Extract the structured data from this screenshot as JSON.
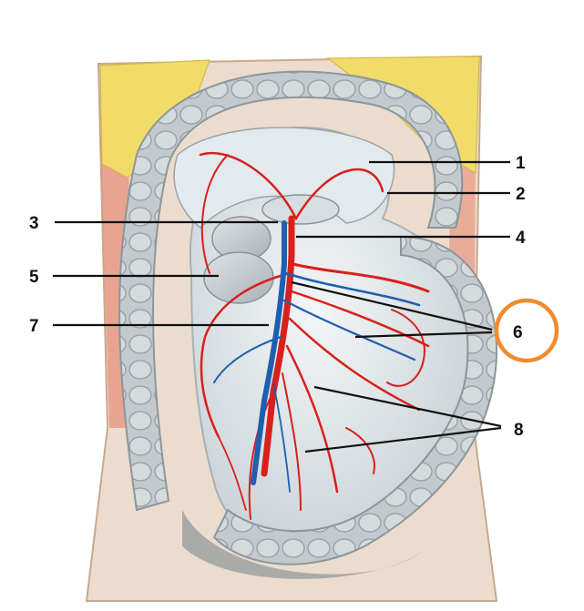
{
  "labels": {
    "l1": "1",
    "l2": "2",
    "l3": "3",
    "l4": "4",
    "l5": "5",
    "l6": "6",
    "l7": "7",
    "l8": "8"
  },
  "colors": {
    "artery": "#d8201c",
    "vein": "#1f5fb0",
    "fat": "#f1dc6a",
    "body_wall": "#ead6c2",
    "intestine": "#c9cfd3",
    "mesentery": "#e6ecef",
    "highlight_ring": "#f28a2e"
  }
}
